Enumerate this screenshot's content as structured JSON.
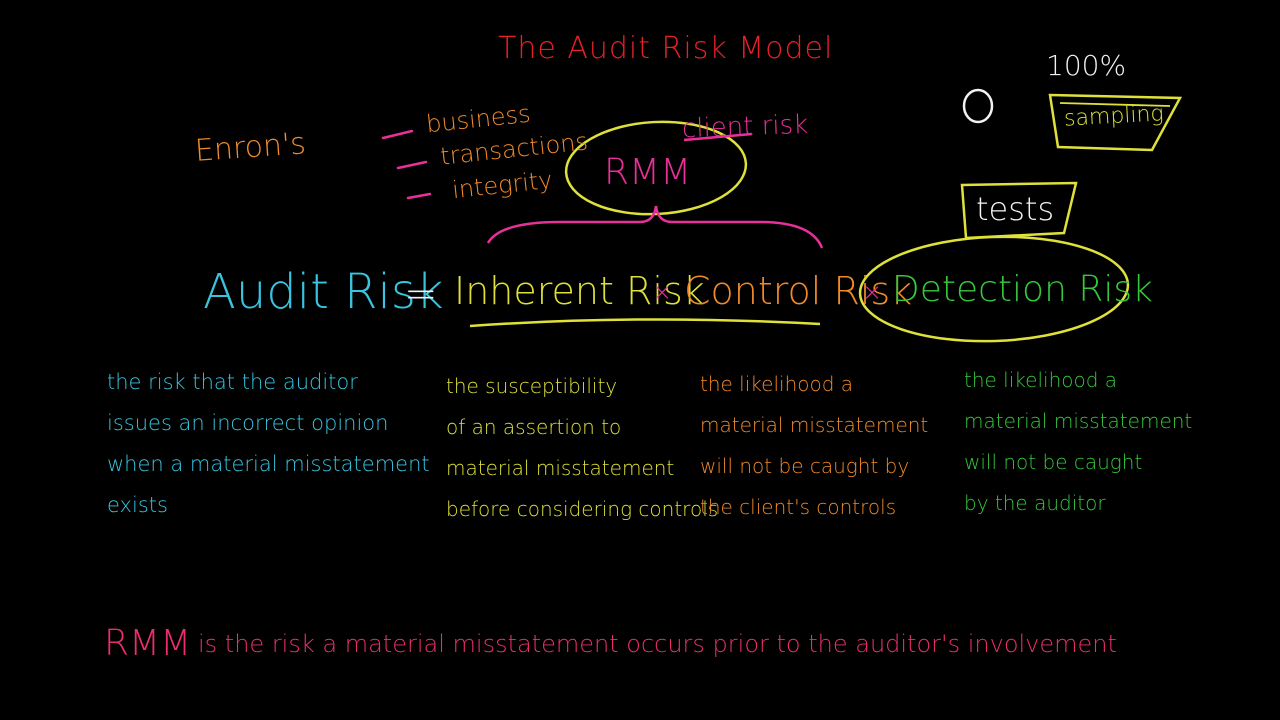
{
  "colors": {
    "red": "#e8202a",
    "orange": "#f08a2a",
    "magenta": "#e8309a",
    "yellow": "#dfe13a",
    "cyan": "#39c4e0",
    "green": "#35c83c",
    "white": "#f2f2f2",
    "pink": "#ec2f6c"
  },
  "title": "The Audit Risk Model",
  "enron": "Enron's",
  "factors": [
    "business",
    "transactions",
    "integrity"
  ],
  "client_risk": "client risk",
  "rmm_label": "RMM",
  "top_right": {
    "percent": "100%",
    "zero": "0",
    "sampling": "sampling",
    "tests": "tests"
  },
  "equation": {
    "audit_risk": "Audit Risk",
    "equals": "=",
    "inherent_risk": "Inherent Risk",
    "times_1": "×",
    "control_risk": "Control Risk",
    "times_2": "×",
    "detection_risk": "Detection Risk"
  },
  "definitions": {
    "audit_risk": [
      "the risk that the auditor",
      "issues an incorrect opinion",
      "when a material misstatement",
      "exists"
    ],
    "inherent_risk": [
      "the susceptibility",
      "of an assertion to",
      "material misstatement",
      "before considering controls"
    ],
    "control_risk": [
      "the likelihood a",
      "material misstatement",
      "will not be caught by",
      "the client's controls"
    ],
    "detection_risk": [
      "the likelihood a",
      "material misstatement",
      "will not be caught",
      "by the auditor"
    ]
  },
  "footer": {
    "rmm": "RMM",
    "text": "is the risk a material misstatement occurs prior to the auditor's involvement"
  }
}
